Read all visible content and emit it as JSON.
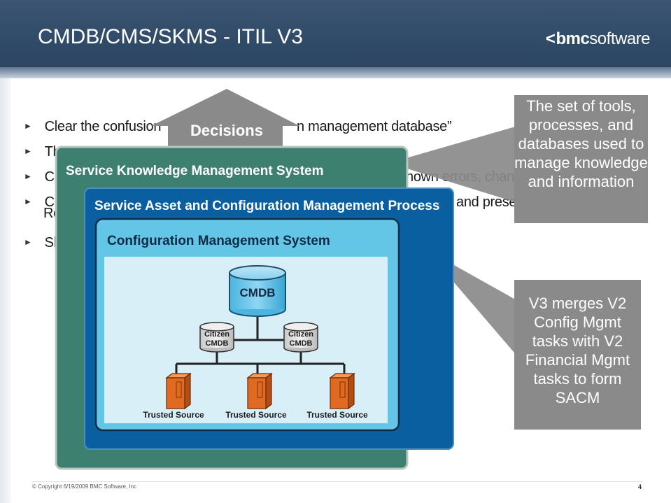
{
  "slide": {
    "title": "CMDB/CMS/SKMS - ITIL V3",
    "logo": {
      "mark": "<",
      "bmc": "bmc",
      "software": "software"
    },
    "bullets": [
      {
        "text": "Clear the confusion"
      },
      {
        "text": "Th"
      },
      {
        "text": "Cl"
      },
      {
        "text": "Cl"
      },
      {
        "text": "Sk"
      }
    ],
    "bullet_fragments": {
      "management_database": "n management database”",
      "known_errors": "nown errors, changes",
      "presenting": "and presenting information",
      "line4_second": "Re"
    },
    "notes": [
      "The set of tools, processes, and databases used to manage knowledge and information",
      "V3 merges V2 Config Mgmt tasks with V2 Financial Mgmt tasks to form SACM"
    ],
    "footer": {
      "copyright": "© Copyright 6/19/2009 BMC Software, Inc",
      "page_number": "4"
    }
  },
  "diagram": {
    "decisions": "Decisions",
    "skms": "Service Knowledge Management System",
    "sacm": "Service Asset and Configuration Management Process",
    "cms": "Configuration Management System",
    "cmdb": "CMDB",
    "citizen_cmdbs": [
      {
        "line1": "Citizen",
        "line2": "CMDB"
      },
      {
        "line1": "Citizen",
        "line2": "CMDB"
      }
    ],
    "trusted_sources": [
      "Trusted Source",
      "Trusted Source",
      "Trusted Source"
    ]
  },
  "colors": {
    "header": "#2f4a66",
    "skms_box": "#3d8070",
    "sacm_box": "#0a5fa0",
    "cms_box": "#63c6e6",
    "cms_inner": "#d9eff7",
    "cmdb": "#6dc4e8",
    "trusted_source": "#e06a22",
    "notes": "#8a8a8a"
  }
}
